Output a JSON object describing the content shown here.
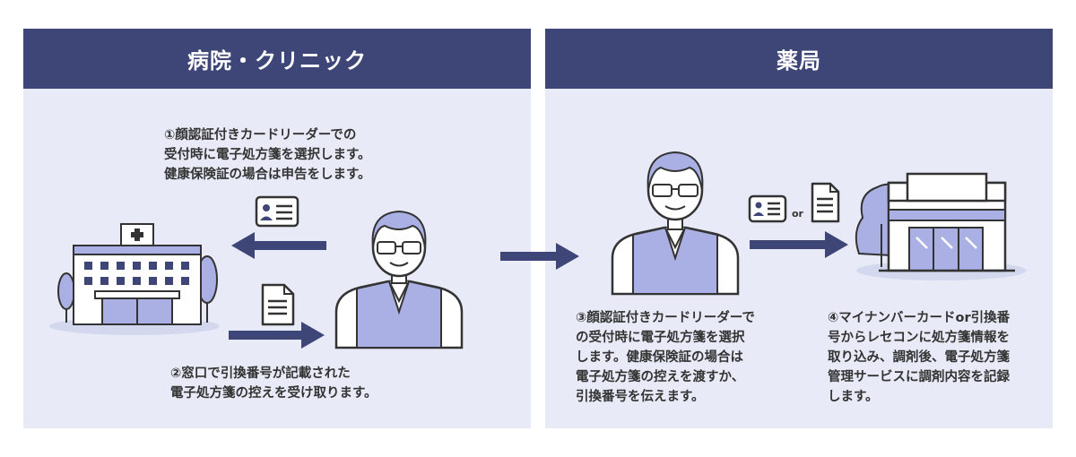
{
  "clinic": {
    "header": "病院・クリニック",
    "step1": [
      "①顔認証付きカードリーダーでの",
      "受付時に電子処方箋を選択します。",
      "健康保険証の場合は申告をします。"
    ],
    "step2": [
      "②窓口で引換番号が記載された",
      "電子処方箋の控えを受け取ります。"
    ]
  },
  "pharmacy": {
    "header": "薬局",
    "or_label": "or",
    "step3": [
      "③顔認証付きカードリーダーで",
      "の受付時に電子処方箋を選択",
      "します。健康保険証の場合は",
      "電子処方箋の控えを渡すか、",
      "引換番号を伝えます。"
    ],
    "step4": [
      "④マイナンバーカードor引換番",
      "号からレセコンに処方箋情報を",
      "取り込み、調剤後、電子処方箋",
      "管理サービスに調剤内容を記録",
      "します。"
    ]
  },
  "colors": {
    "header_bg": "#3d4677",
    "panel_bg": "#e8ebf7",
    "accent": "#3d4677",
    "vest": "#aab0e3"
  },
  "icons": [
    "hospital-icon",
    "id-card-icon",
    "document-icon",
    "patient-icon",
    "pharmacy-store-icon",
    "arrow-left-icon",
    "arrow-right-icon"
  ]
}
